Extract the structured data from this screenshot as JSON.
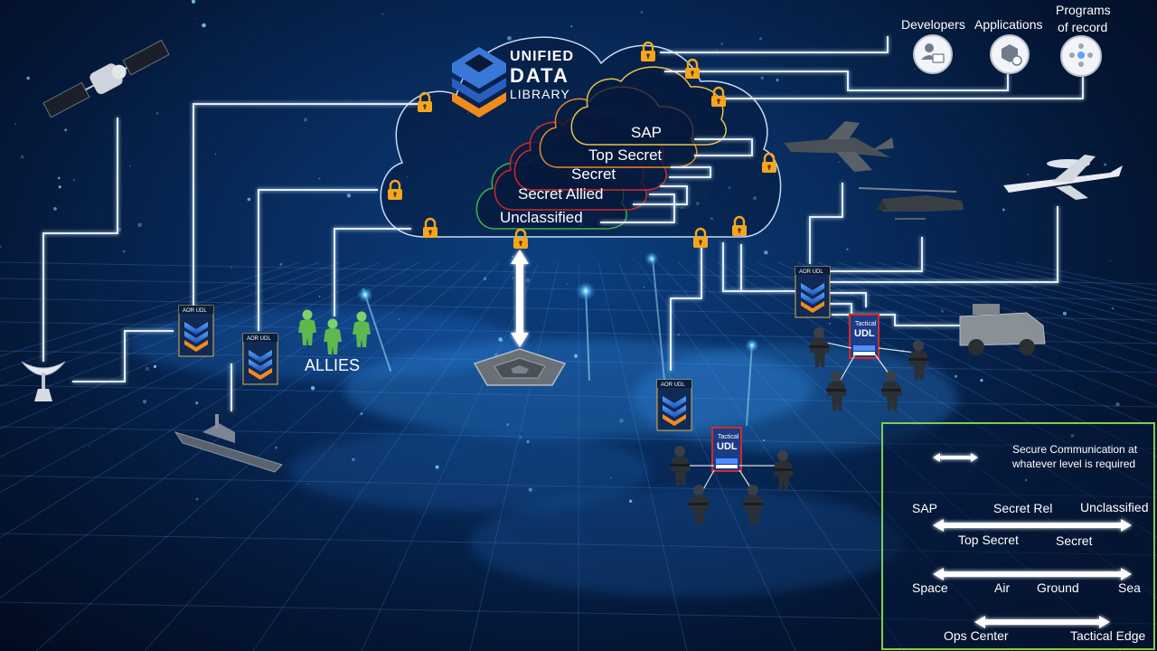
{
  "logo": {
    "line1": "UNIFIED",
    "line2": "DATA",
    "line3": "LIBRARY"
  },
  "classification_levels": [
    "SAP",
    "Top Secret",
    "Secret",
    "Secret Allied",
    "Unclassified"
  ],
  "stakeholders": {
    "developers": "Developers",
    "applications": "Applications",
    "programs": [
      "Programs",
      "of record"
    ]
  },
  "nodes": {
    "aor_label": "AOR UDL",
    "tactical_small": "Tactical",
    "tactical_big": "UDL",
    "allies": "ALLIES"
  },
  "legend": {
    "secure_comm": [
      "Secure Communication at",
      "whatever level is required"
    ],
    "row1_top": [
      "SAP",
      "Secret Rel",
      "Unclassified"
    ],
    "row1_bottom": [
      "Top Secret",
      "Secret"
    ],
    "row2": [
      "Space",
      "Air",
      "Ground",
      "Sea"
    ],
    "row3": [
      "Ops Center",
      "Tactical Edge"
    ]
  },
  "colors": {
    "background": "#062a5c",
    "connector": "#dfefff",
    "lock": "#f4a61c",
    "legend_border": "#7fcf4a",
    "sap": "#e5c34a",
    "top_secret": "#e88a2c",
    "secret": "#d42a2a",
    "secret_allied": "#cf2a2a",
    "unclassified": "#3fb34a"
  }
}
